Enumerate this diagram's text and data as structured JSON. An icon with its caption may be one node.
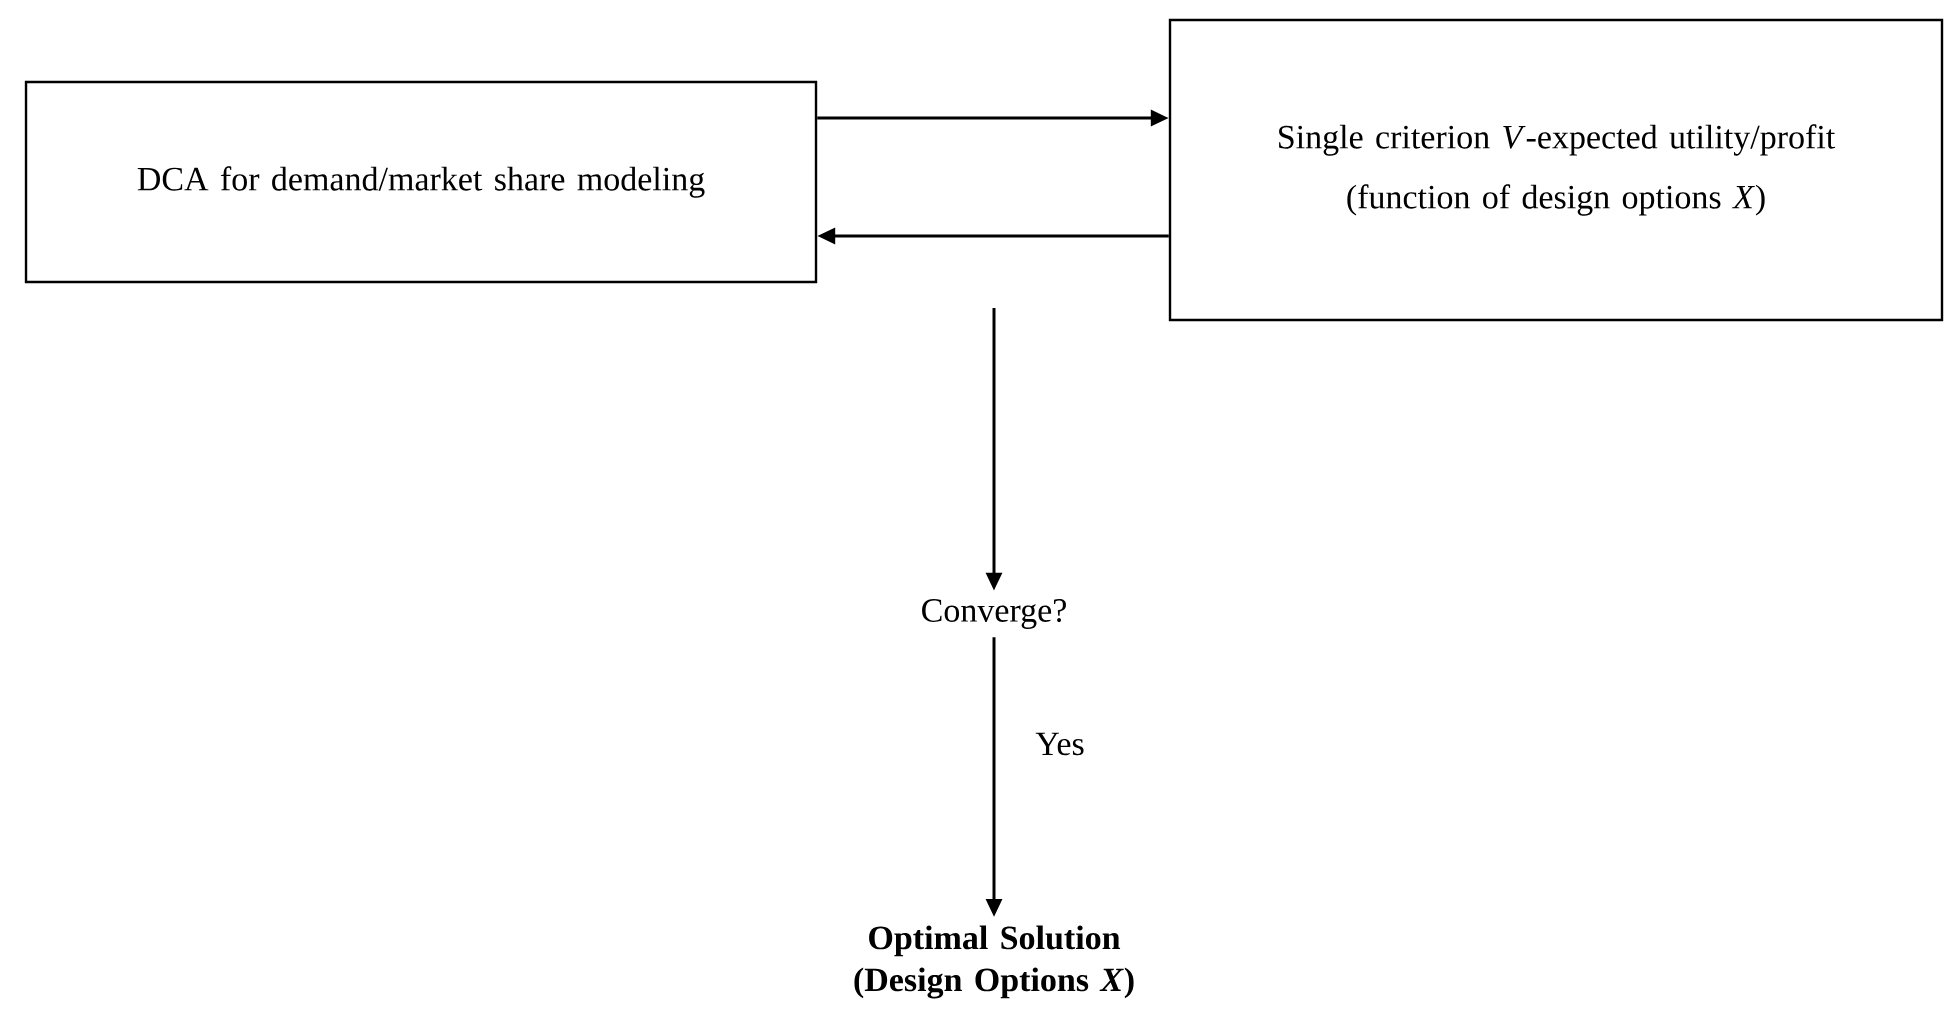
{
  "diagram": {
    "nodes": [
      {
        "text": [
          "DCA for demand/market share modeling"
        ]
      },
      {
        "text": [
          "Single criterion *V*-expected utility/profit (function of design options *X*)"
        ]
      },
      {
        "text": [
          "Converge?"
        ]
      },
      {
        "text": [
          "Optimal Solution (Design Options *X*)"
        ]
      }
    ],
    "edges": [
      {
        "from": 0,
        "to": 1,
        "arrow": "to"
      },
      {
        "from": 1,
        "to": 0,
        "arrow": "to"
      },
      {
        "from": null,
        "to": 2,
        "arrow": "to"
      },
      {
        "from": 2,
        "to": 3,
        "arrow": "to",
        "label": "Yes"
      }
    ]
  }
}
